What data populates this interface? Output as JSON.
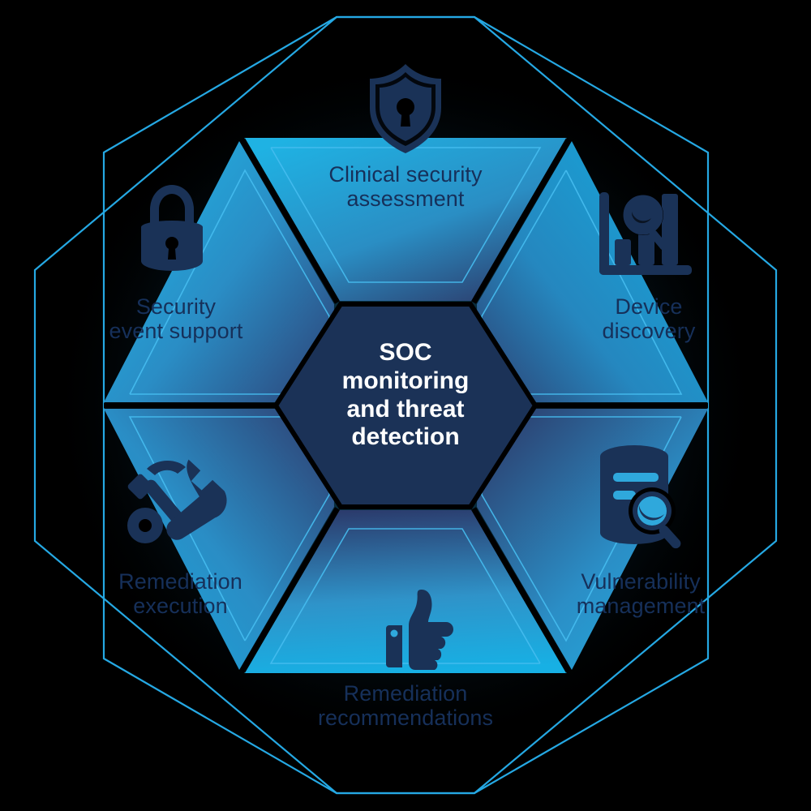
{
  "diagram": {
    "title": "SOC monitoring and threat detection hexagon diagram",
    "center": {
      "label": "SOC\nmonitoring\nand threat\ndetection",
      "text_color": "#ffffff",
      "fill_color": "#1b3257"
    },
    "colors": {
      "background": "#000000",
      "hex_fill_light": "#21b0e0",
      "hex_fill_dark": "#2a3a66",
      "outline_cyan": "#25a8e3",
      "inner_outline_cyan": "#3fb6e8",
      "icon_navy": "#1a3257",
      "label_navy": "#16305a"
    },
    "segments": [
      {
        "id": "clinical-security-assessment",
        "label": "Clinical security\nassessment",
        "icon": "shield-keyhole-icon",
        "position": "top"
      },
      {
        "id": "device-discovery",
        "label": "Device\ndiscovery",
        "icon": "bar-chart-magnifier-icon",
        "position": "top-right"
      },
      {
        "id": "vulnerability-management",
        "label": "Vulnerability\nmanagement",
        "icon": "database-magnifier-icon",
        "position": "bottom-right"
      },
      {
        "id": "remediation-recommendations",
        "label": "Remediation\nrecommendations",
        "icon": "thumbs-up-icon",
        "position": "bottom"
      },
      {
        "id": "remediation-execution",
        "label": "Remediation\nexecution",
        "icon": "hammer-wrench-icon",
        "position": "bottom-left"
      },
      {
        "id": "security-event-support",
        "label": "Security\nevent support",
        "icon": "padlock-icon",
        "position": "top-left"
      }
    ]
  }
}
